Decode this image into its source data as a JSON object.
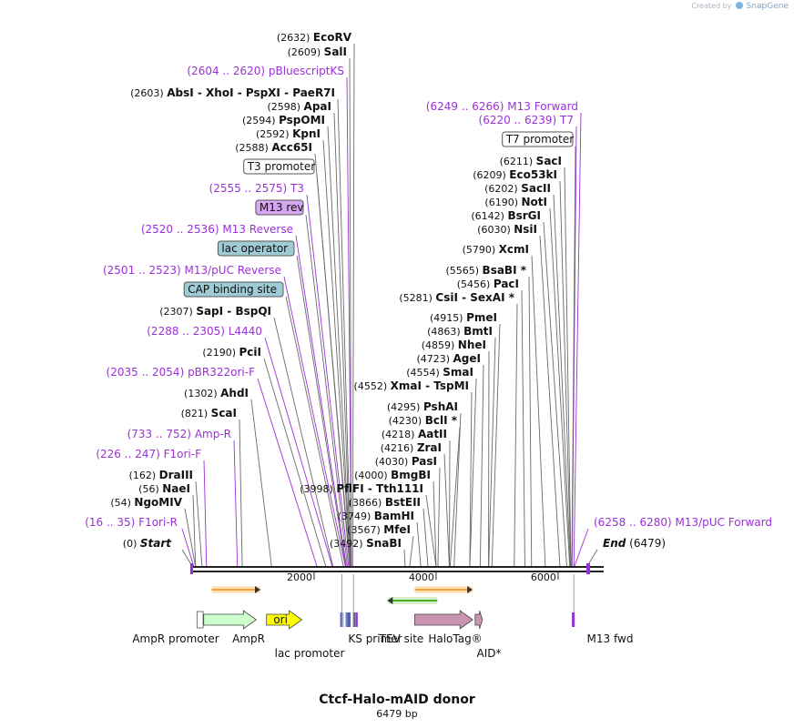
{
  "credit": {
    "prefix": "Created by",
    "brand": "SnapGene"
  },
  "map": {
    "name": "Ctcf-Halo-mAID donor",
    "length_label": "6479 bp",
    "length": 6479,
    "ticks": [
      {
        "label": "2000",
        "bp": 2000
      },
      {
        "label": "4000",
        "bp": 4000
      },
      {
        "label": "6000",
        "bp": 6000
      }
    ]
  },
  "colors": {
    "enzyme": "#000000",
    "feature": "#9b30d9",
    "ampr": "#ccffcc",
    "ori": "#ffff00",
    "halotag": "#c994b0",
    "lac_box": "#9ecbd4",
    "m13rev_box": "#d6a6f0",
    "orange": "#f2a134",
    "green": "#4caf2a"
  },
  "labels": [
    {
      "id": "ecorv",
      "pos": "(2632)",
      "name": "EcoRV",
      "bp": 2632,
      "kind": "enzyme"
    },
    {
      "id": "sali",
      "pos": "(2609)",
      "name": "SalI",
      "bp": 2609,
      "kind": "enzyme"
    },
    {
      "id": "pbluescriptks",
      "pos": "(2604 .. 2620)",
      "name": "pBluescriptKS",
      "bp": 2612,
      "kind": "feature"
    },
    {
      "id": "absi",
      "pos": "(2603)",
      "name": "AbsI  -  XhoI  -  PspXI  -  PaeR7I",
      "bp": 2603,
      "kind": "enzyme"
    },
    {
      "id": "apai",
      "pos": "(2598)",
      "name": "ApaI",
      "bp": 2598,
      "kind": "enzyme"
    },
    {
      "id": "pspomi",
      "pos": "(2594)",
      "name": "PspOMI",
      "bp": 2594,
      "kind": "enzyme"
    },
    {
      "id": "kpni",
      "pos": "(2592)",
      "name": "KpnI",
      "bp": 2592,
      "kind": "enzyme"
    },
    {
      "id": "acc65i",
      "pos": "(2588)",
      "name": "Acc65I",
      "bp": 2588,
      "kind": "enzyme"
    },
    {
      "id": "t3prom",
      "name": "T3 promoter",
      "bp": 2580,
      "kind": "box",
      "style": "white"
    },
    {
      "id": "t3",
      "pos": "(2555 .. 2575)",
      "name": "T3",
      "bp": 2565,
      "kind": "feature"
    },
    {
      "id": "m13rev",
      "name": "M13 rev",
      "bp": 2545,
      "kind": "box",
      "style": "purple"
    },
    {
      "id": "m13reverse",
      "pos": "(2520 .. 2536)",
      "name": "M13 Reverse",
      "bp": 2528,
      "kind": "feature"
    },
    {
      "id": "lacop",
      "name": "lac operator",
      "bp": 2515,
      "kind": "box",
      "style": "teal"
    },
    {
      "id": "m13puc",
      "pos": "(2501 .. 2523)",
      "name": "M13/pUC Reverse",
      "bp": 2512,
      "kind": "feature"
    },
    {
      "id": "cap",
      "name": "CAP binding site",
      "bp": 2480,
      "kind": "box",
      "style": "teal"
    },
    {
      "id": "sapi",
      "pos": "(2307)",
      "name": "SapI  -  BspQI",
      "bp": 2307,
      "kind": "enzyme"
    },
    {
      "id": "l4440",
      "pos": "(2288 .. 2305)",
      "name": "L4440",
      "bp": 2296,
      "kind": "feature"
    },
    {
      "id": "pcii",
      "pos": "(2190)",
      "name": "PciI",
      "bp": 2190,
      "kind": "enzyme"
    },
    {
      "id": "pbr322",
      "pos": "(2035 .. 2054)",
      "name": "pBR322ori-F",
      "bp": 2044,
      "kind": "feature"
    },
    {
      "id": "ahdi",
      "pos": "(1302)",
      "name": "AhdI",
      "bp": 1302,
      "kind": "enzyme"
    },
    {
      "id": "scai",
      "pos": "(821)",
      "name": "ScaI",
      "bp": 821,
      "kind": "enzyme"
    },
    {
      "id": "ampr_p",
      "pos": "(733 .. 752)",
      "name": "Amp-R",
      "bp": 742,
      "kind": "feature"
    },
    {
      "id": "f1orif",
      "pos": "(226 .. 247)",
      "name": "F1ori-F",
      "bp": 236,
      "kind": "feature"
    },
    {
      "id": "draiii",
      "pos": "(162)",
      "name": "DraIII",
      "bp": 162,
      "kind": "enzyme"
    },
    {
      "id": "naei",
      "pos": "(56)",
      "name": "NaeI",
      "bp": 56,
      "kind": "enzyme"
    },
    {
      "id": "ngomiv",
      "pos": "(54)",
      "name": "NgoMIV",
      "bp": 54,
      "kind": "enzyme"
    },
    {
      "id": "f1orir",
      "pos": "(16 .. 35)",
      "name": "F1ori-R",
      "bp": 26,
      "kind": "feature"
    },
    {
      "id": "start",
      "pos": "(0)",
      "name": "Start",
      "bp": 0,
      "kind": "start"
    },
    {
      "id": "pflfi",
      "pos": "(3998)",
      "name": "PflFI  -  Tth111I",
      "bp": 3998,
      "kind": "enzyme"
    },
    {
      "id": "xmai",
      "pos": "(4552)",
      "name": "XmaI  -  TspMI",
      "bp": 4552,
      "kind": "enzyme"
    },
    {
      "id": "m13fwd_p",
      "pos": "(6249 .. 6266)",
      "name": "M13 Forward",
      "bp": 6258,
      "kind": "feature"
    },
    {
      "id": "t7",
      "pos": "(6220 .. 6239)",
      "name": "T7",
      "bp": 6230,
      "kind": "feature"
    },
    {
      "id": "t7prom",
      "name": "T7 promoter",
      "bp": 6225,
      "kind": "box",
      "style": "white"
    },
    {
      "id": "saci",
      "pos": "(6211)",
      "name": "SacI",
      "bp": 6211,
      "kind": "enzyme"
    },
    {
      "id": "eco53ki",
      "pos": "(6209)",
      "name": "Eco53kI",
      "bp": 6209,
      "kind": "enzyme"
    },
    {
      "id": "sacii",
      "pos": "(6202)",
      "name": "SacII",
      "bp": 6202,
      "kind": "enzyme"
    },
    {
      "id": "noti",
      "pos": "(6190)",
      "name": "NotI",
      "bp": 6190,
      "kind": "enzyme"
    },
    {
      "id": "bsrgi",
      "pos": "(6142)",
      "name": "BsrGI",
      "bp": 6142,
      "kind": "enzyme"
    },
    {
      "id": "nsii",
      "pos": "(6030)",
      "name": "NsiI",
      "bp": 6030,
      "kind": "enzyme"
    },
    {
      "id": "xcmi",
      "pos": "(5790)",
      "name": "XcmI",
      "bp": 5790,
      "kind": "enzyme"
    },
    {
      "id": "bsabi",
      "pos": "(5565)",
      "name": "BsaBI *",
      "bp": 5565,
      "kind": "enzyme"
    },
    {
      "id": "paci",
      "pos": "(5456)",
      "name": "PacI",
      "bp": 5456,
      "kind": "enzyme"
    },
    {
      "id": "csii",
      "pos": "(5281)",
      "name": "CsiI  -  SexAI *",
      "bp": 5281,
      "kind": "enzyme"
    },
    {
      "id": "pmei",
      "pos": "(4915)",
      "name": "PmeI",
      "bp": 4915,
      "kind": "enzyme"
    },
    {
      "id": "bmti",
      "pos": "(4863)",
      "name": "BmtI",
      "bp": 4863,
      "kind": "enzyme"
    },
    {
      "id": "nhei",
      "pos": "(4859)",
      "name": "NheI",
      "bp": 4859,
      "kind": "enzyme"
    },
    {
      "id": "agei",
      "pos": "(4723)",
      "name": "AgeI",
      "bp": 4723,
      "kind": "enzyme"
    },
    {
      "id": "smai",
      "pos": "(4554)",
      "name": "SmaI",
      "bp": 4554,
      "kind": "enzyme"
    },
    {
      "id": "pshai",
      "pos": "(4295)",
      "name": "PshAI",
      "bp": 4295,
      "kind": "enzyme"
    },
    {
      "id": "bcli",
      "pos": "(4230)",
      "name": "BclI *",
      "bp": 4230,
      "kind": "enzyme"
    },
    {
      "id": "aatii",
      "pos": "(4218)",
      "name": "AatII",
      "bp": 4218,
      "kind": "enzyme"
    },
    {
      "id": "zrai",
      "pos": "(4216)",
      "name": "ZraI",
      "bp": 4216,
      "kind": "enzyme"
    },
    {
      "id": "pasi",
      "pos": "(4030)",
      "name": "PasI",
      "bp": 4030,
      "kind": "enzyme"
    },
    {
      "id": "bmgbi",
      "pos": "(4000)",
      "name": "BmgBI",
      "bp": 4000,
      "kind": "enzyme"
    },
    {
      "id": "bsteii",
      "pos": "(3866)",
      "name": "BstEII",
      "bp": 3866,
      "kind": "enzyme"
    },
    {
      "id": "bamhi",
      "pos": "(3749)",
      "name": "BamHI",
      "bp": 3749,
      "kind": "enzyme"
    },
    {
      "id": "mfei",
      "pos": "(3567)",
      "name": "MfeI",
      "bp": 3567,
      "kind": "enzyme"
    },
    {
      "id": "snabi",
      "pos": "(3492)",
      "name": "SnaBI",
      "bp": 3492,
      "kind": "enzyme"
    },
    {
      "id": "m13puc_fwd",
      "pos": "(6258 .. 6280)",
      "name": "M13/pUC Forward",
      "bp": 6269,
      "kind": "feature"
    },
    {
      "id": "end",
      "pos": "(6479)",
      "name": "End",
      "bp": 6479,
      "kind": "end"
    }
  ],
  "features": [
    {
      "id": "ampr_promoter",
      "name": "AmpR promoter",
      "start": 80,
      "end": 180,
      "type": "box"
    },
    {
      "id": "ampr",
      "name": "AmpR",
      "start": 190,
      "end": 1050,
      "type": "arrow-right"
    },
    {
      "id": "ori",
      "name": "ori",
      "start": 1220,
      "end": 1800,
      "type": "arrow-right"
    },
    {
      "id": "lac_promoter",
      "name": "lac promoter",
      "start": 2450,
      "end": 2480,
      "type": "small"
    },
    {
      "id": "ks_primer",
      "name": "KS primer",
      "start": 2560,
      "end": 2620,
      "type": "small"
    },
    {
      "id": "tev_site",
      "name": "TEV site",
      "start": 2660,
      "end": 2690,
      "type": "small"
    },
    {
      "id": "halotag",
      "name": "HaloTag®",
      "start": 3650,
      "end": 4600,
      "type": "arrow-right"
    },
    {
      "id": "aid",
      "name": "AID*",
      "start": 4640,
      "end": 4760,
      "type": "arrow-right"
    },
    {
      "id": "m13_fwd",
      "name": "M13 fwd",
      "start": 6249,
      "end": 6266,
      "type": "small"
    }
  ],
  "orange_arrows": [
    {
      "start": 320,
      "end": 1120
    },
    {
      "start": 3650,
      "end": 4600
    }
  ],
  "green_arrow": {
    "start": 3200,
    "end": 4020
  }
}
